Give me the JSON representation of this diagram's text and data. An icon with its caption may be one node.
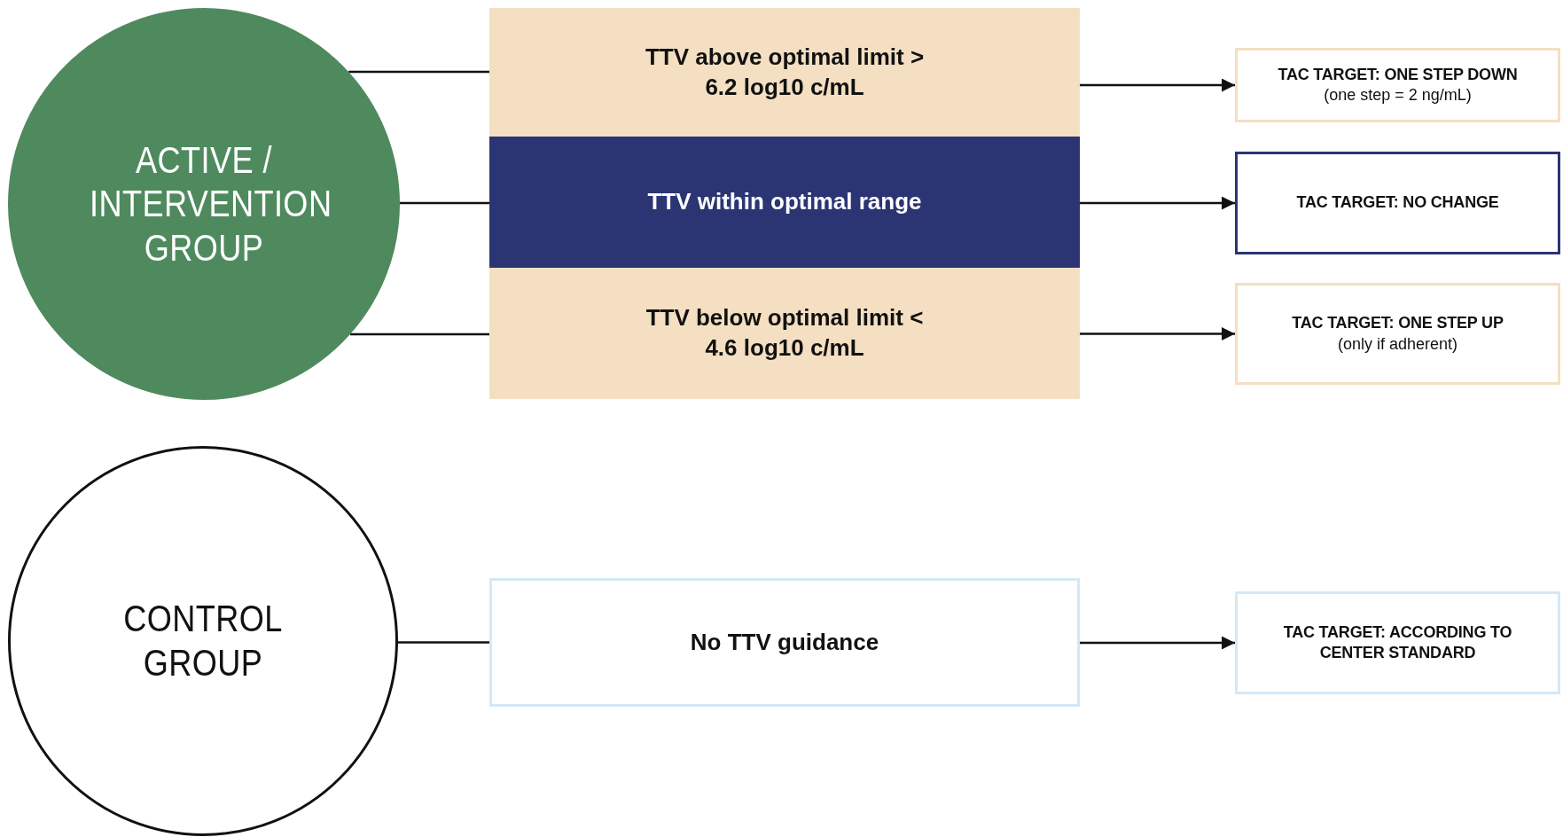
{
  "diagram": {
    "nodes": [
      {
        "text": [
          "ACTIVE / INTERVENTION GROUP"
        ]
      },
      {
        "text": [
          "TTV above optimal limit > 6.2 log10 c/mL"
        ]
      },
      {
        "text": [
          "TTV within optimal range"
        ]
      },
      {
        "text": [
          "TTV below optimal limit < 4.6 log10 c/mL"
        ]
      },
      {
        "text": [
          "TAC TARGET: ONE STEP DOWN",
          "(one step = 2 ng/mL)"
        ]
      },
      {
        "text": [
          "TAC TARGET: NO CHANGE"
        ]
      },
      {
        "text": [
          "TAC TARGET: ONE STEP UP",
          "(only if adherent)"
        ]
      },
      {
        "text": [
          "CONTROL GROUP"
        ]
      },
      {
        "text": [
          "No TTV guidance"
        ]
      },
      {
        "text": [
          "TAC TARGET: ACCORDING TO CENTER STANDARD"
        ]
      }
    ],
    "edges": [
      {
        "from": 0,
        "to": 1,
        "arrow": "none"
      },
      {
        "from": 0,
        "to": 2,
        "arrow": "none"
      },
      {
        "from": 0,
        "to": 3,
        "arrow": "none"
      },
      {
        "from": 1,
        "to": 4,
        "arrow": "to"
      },
      {
        "from": 2,
        "to": 5,
        "arrow": "to"
      },
      {
        "from": 3,
        "to": 6,
        "arrow": "to"
      },
      {
        "from": 7,
        "to": 8,
        "arrow": "none"
      },
      {
        "from": 8,
        "to": 9,
        "arrow": "to"
      }
    ]
  }
}
